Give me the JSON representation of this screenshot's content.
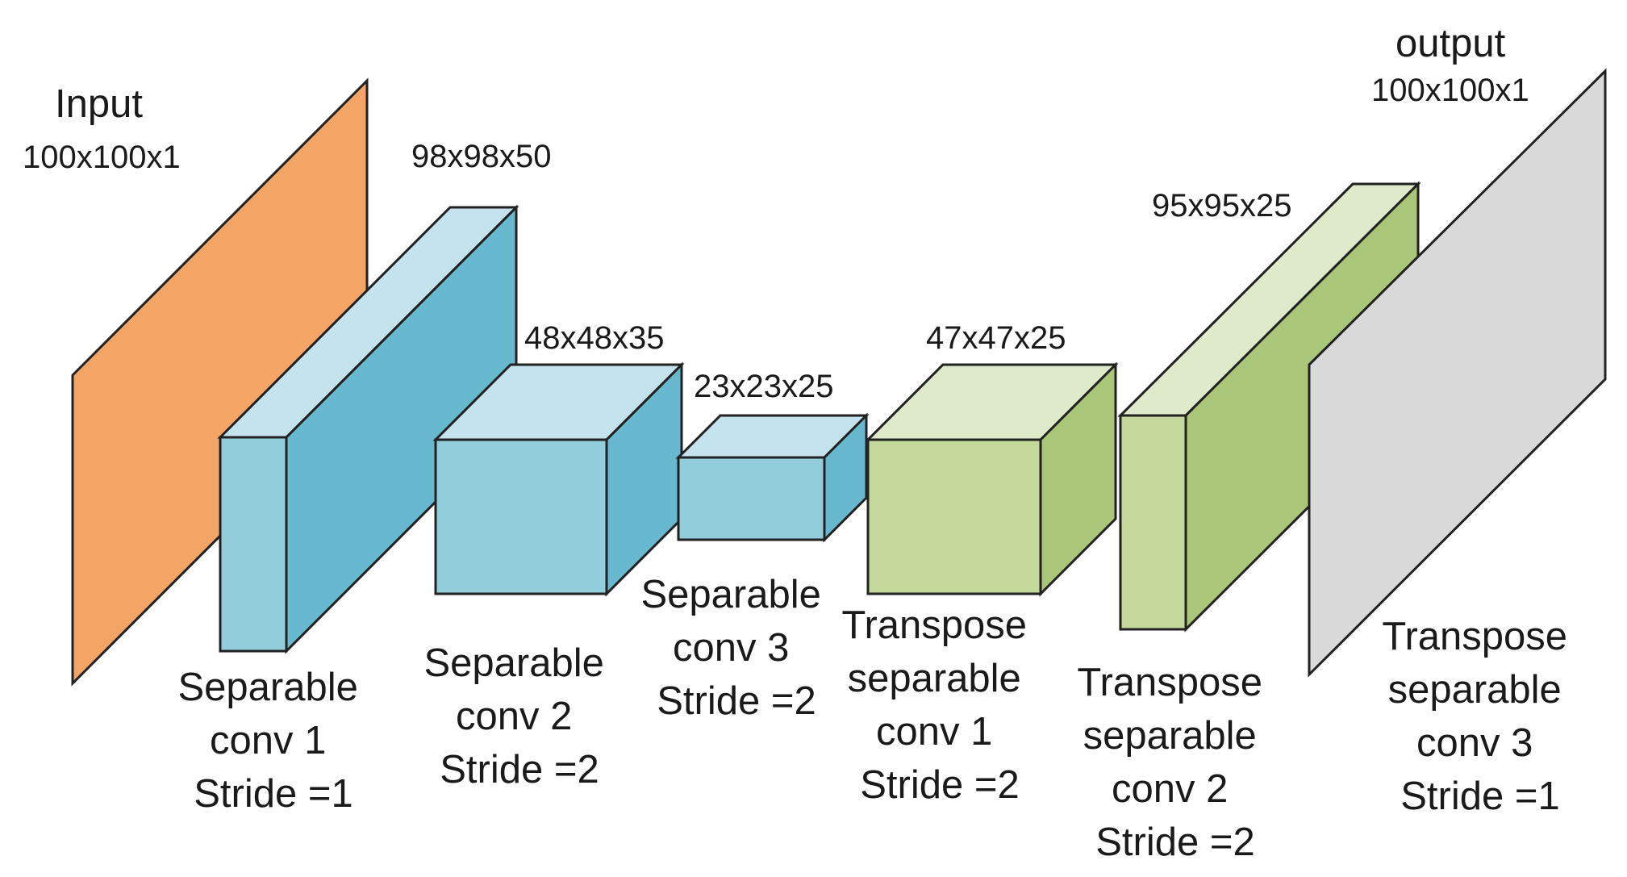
{
  "colors": {
    "input_face": "#F4A566",
    "blue_front": "#92CDDC",
    "blue_top": "#C4E3ED",
    "blue_side": "#68B8CF",
    "green_front": "#C4D89C",
    "green_top": "#DFEACB",
    "green_side": "#A9C679",
    "output_face": "#D9D9D9",
    "outline": "#222222"
  },
  "layers": [
    {
      "id": "input",
      "kind": "plane",
      "title": "Input",
      "dim": "100x100x1",
      "caption": []
    },
    {
      "id": "sep1",
      "kind": "box",
      "dim": "98x98x50",
      "caption": [
        "Separable",
        "conv 1",
        "Stride =1"
      ]
    },
    {
      "id": "sep2",
      "kind": "box",
      "dim": "48x48x35",
      "caption": [
        "Separable",
        "conv 2",
        "Stride =2"
      ]
    },
    {
      "id": "sep3",
      "kind": "box",
      "dim": "23x23x25",
      "caption": [
        "Separable",
        "conv 3",
        "Stride =2"
      ]
    },
    {
      "id": "tsep1",
      "kind": "box",
      "dim": "47x47x25",
      "caption": [
        "Transpose",
        "separable",
        "conv 1",
        "Stride =2"
      ]
    },
    {
      "id": "tsep2",
      "kind": "box",
      "dim": "95x95x25",
      "caption": [
        "Transpose",
        "separable",
        "conv 2",
        "Stride =2"
      ]
    },
    {
      "id": "output",
      "kind": "plane",
      "title": "output",
      "dim": "100x100x1",
      "caption": [
        "Transpose",
        "separable",
        "conv 3",
        "Stride =1"
      ]
    }
  ]
}
